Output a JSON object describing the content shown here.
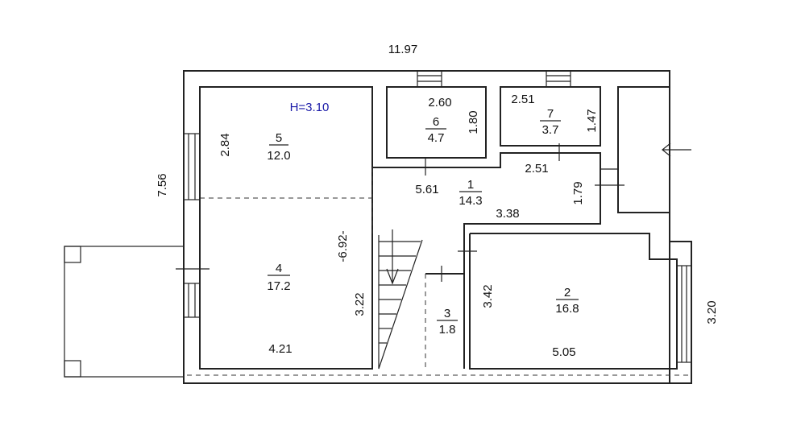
{
  "plan": {
    "overall_width": "11.97",
    "overall_depth": "7.56",
    "ceiling_height": "H=3.10",
    "right_side_dim": "3.20"
  },
  "rooms": [
    {
      "id": "1",
      "area": "14.3",
      "dims": [
        "5.61",
        "3.38",
        "1.79",
        "2.51"
      ]
    },
    {
      "id": "2",
      "area": "16.8",
      "dims": [
        "5.05",
        "3.42"
      ]
    },
    {
      "id": "3",
      "area": "1.8",
      "dims": []
    },
    {
      "id": "4",
      "area": "17.2",
      "dims": [
        "4.21",
        "3.22",
        "-6.92-"
      ]
    },
    {
      "id": "5",
      "area": "12.0",
      "dims": [
        "2.84"
      ]
    },
    {
      "id": "6",
      "area": "4.7",
      "dims": [
        "2.60",
        "1.80"
      ]
    },
    {
      "id": "7",
      "area": "3.7",
      "dims": [
        "2.51",
        "1.47"
      ]
    }
  ]
}
